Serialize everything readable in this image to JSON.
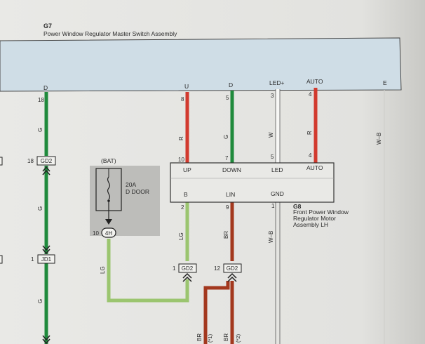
{
  "colors": {
    "page": "#e6e6e3",
    "band": "#cfdde6",
    "gray_box": "#bdbdba",
    "green": "#1f8a3c",
    "red": "#d23a2e",
    "light_green": "#9bc56f",
    "brown": "#a3381e",
    "white_wire": "#f7f7f5"
  },
  "header": {
    "code": "G7",
    "name": "Power Window Regulator Master Switch Assembly"
  },
  "top_pins": {
    "d_left": "D",
    "u": "U",
    "d_mid": "D",
    "led_plus": "LED+",
    "auto": "AUTO",
    "faded": "E"
  },
  "pin_numbers": {
    "p18_top": "18",
    "p8": "8",
    "p5_top": "5",
    "p3": "3",
    "p4_top": "4",
    "p10": "10",
    "p7": "7",
    "p5_low": "5",
    "p4_low": "4",
    "p2": "2",
    "p9": "9",
    "p1": "1"
  },
  "wire_colors": {
    "g_left_1": "G",
    "g_left_2": "G",
    "g_left_3": "G",
    "r_u": "R",
    "g_d": "G",
    "w_led": "W",
    "r_auto": "R",
    "w_b_far": "W–B",
    "lg_b": "LG",
    "br_lin": "BR",
    "w_b_gnd": "W–B",
    "lg_fuse": "LG",
    "br_bottom_1": "BR",
    "br_bottom_2": "BR",
    "note_1": "(*1)",
    "note_2": "(*2)"
  },
  "connectors": {
    "gd2_left": {
      "num": "18",
      "label": "GD2"
    },
    "jd1": {
      "num": "1",
      "label": "JD1"
    },
    "gd2_b": {
      "num": "1",
      "label": "GD2"
    },
    "gd2_lin": {
      "num": "12",
      "label": "GD2"
    },
    "fuse_4h": {
      "num": "10",
      "label": "4H"
    }
  },
  "fuse": {
    "source": "(BAT)",
    "rating": "20A",
    "name": "D DOOR"
  },
  "motor": {
    "code": "G8",
    "name_line1": "Front Power Window",
    "name_line2": "Regulator Motor",
    "name_line3": "Assembly LH",
    "pins": {
      "up": "UP",
      "down": "DOWN",
      "led": "LED",
      "auto": "AUTO",
      "b": "B",
      "lin": "LIN",
      "gnd": "GND"
    }
  }
}
